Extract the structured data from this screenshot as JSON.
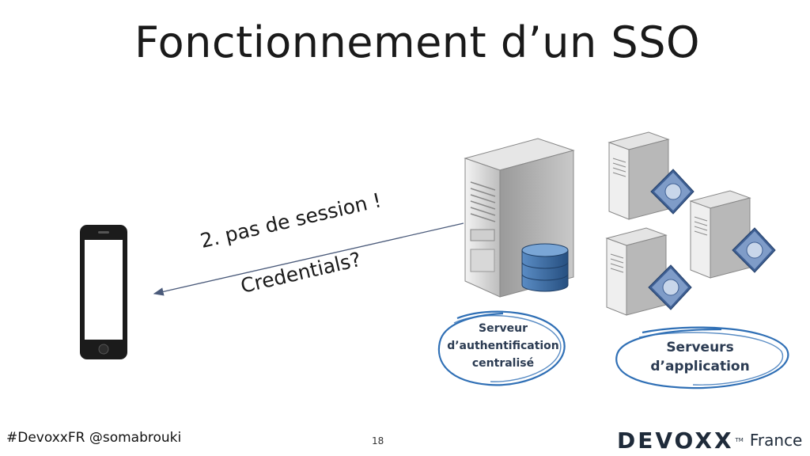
{
  "slide": {
    "title": "Fonctionnement d’un SSO",
    "message_line1": "2. pas de session !",
    "message_line2": "Credentials?",
    "auth_server_label": [
      "Serveur",
      "d’authentification",
      "centralisé"
    ],
    "app_servers_label": [
      "Serveurs",
      "d’application"
    ],
    "footer_left": "#DevoxxFR @somabrouki",
    "page_number": "18",
    "logo": {
      "brand": "DEVOXX",
      "tm": "TM",
      "region": "France"
    }
  },
  "colors": {
    "accent_blue": "#2f6fb5",
    "server_gray": "#d8d8d8",
    "db_blue": "#3d6fa8",
    "arrow": "#4a5a7a"
  },
  "icons": [
    "phone-icon",
    "server-icon",
    "database-icon",
    "app-server-icon"
  ]
}
